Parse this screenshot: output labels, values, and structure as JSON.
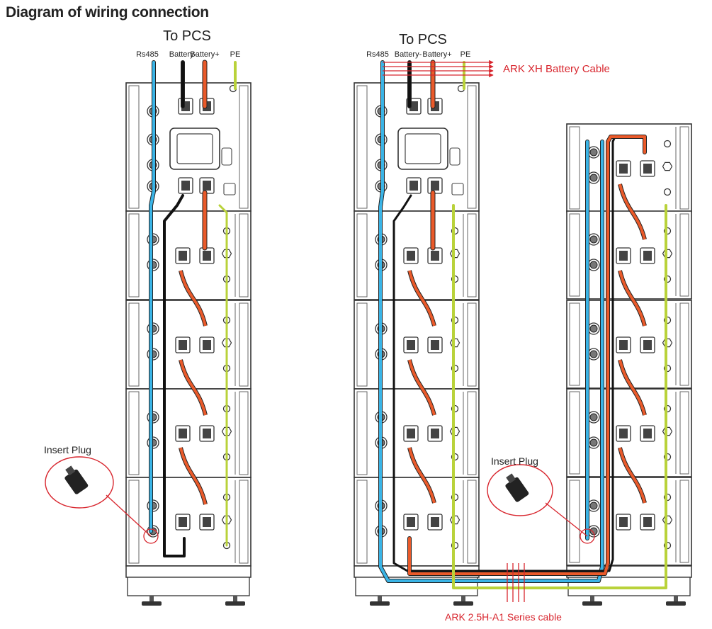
{
  "title": "Diagram of wiring connection",
  "left": {
    "to_pcs": "To PCS",
    "labels": [
      "Rs485",
      "Battery-",
      "Battery+",
      "PE"
    ],
    "insert_plug": "Insert Plug"
  },
  "right": {
    "to_pcs": "To PCS",
    "labels": [
      "Rs485",
      "Battery-",
      "Battery+",
      "PE"
    ],
    "insert_plug": "Insert Plug",
    "xh_cable": "ARK XH Battery Cable",
    "series_cable": "ARK 2.5H-A1 Series cable"
  },
  "colors": {
    "rs485": "#3ab4e6",
    "negative": "#111111",
    "positive": "#ea5a2a",
    "pe": "#b9d23a",
    "annotation": "#d8262e",
    "outline": "#333333"
  },
  "icons": [
    "rj45-port-icon",
    "power-connector-icon",
    "ground-terminal-icon",
    "bms-display-icon",
    "insert-plug-icon"
  ]
}
